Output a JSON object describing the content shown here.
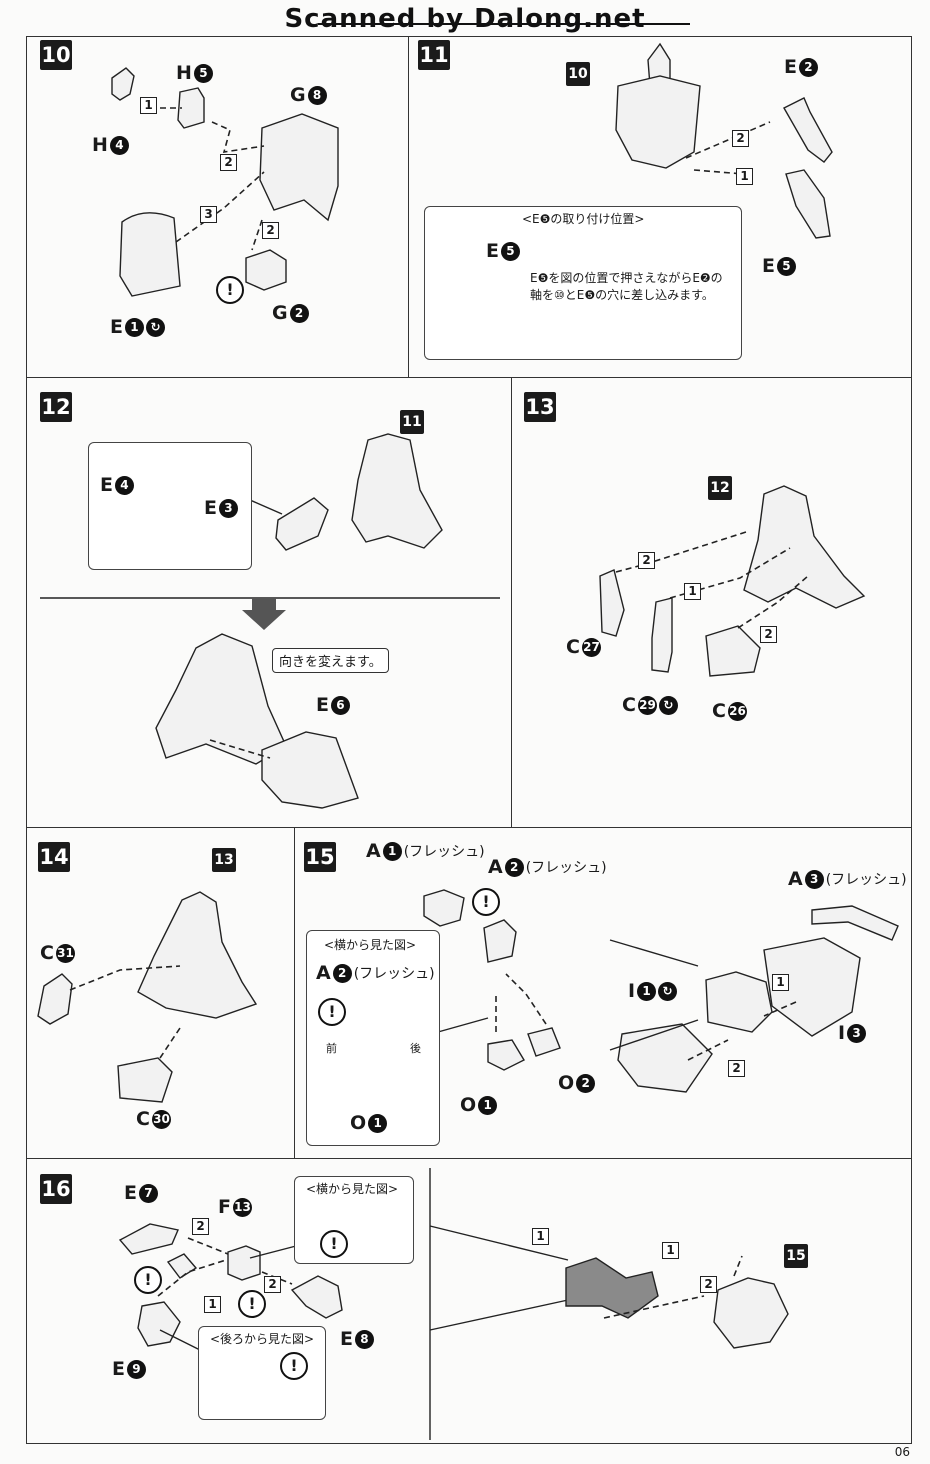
{
  "header": {
    "text": "Scanned by Dalong.net"
  },
  "page_number": "06",
  "steps": {
    "s10": {
      "num": "10",
      "parts": {
        "h5": "H",
        "h4": "H",
        "g8": "G",
        "g2": "G",
        "e1": "E"
      },
      "seq": [
        "1",
        "2",
        "3",
        "2"
      ],
      "part_nums": {
        "h5": "5",
        "h4": "4",
        "g8": "8",
        "g2": "2",
        "e1": "1"
      }
    },
    "s11": {
      "num": "11",
      "ref": "10",
      "parts": {
        "e2": "E",
        "e5": "E"
      },
      "part_nums": {
        "e2": "2",
        "e5": "5"
      },
      "seq": [
        "2",
        "1"
      ],
      "box": {
        "title": "<E❺の取り付け位置>",
        "label": "E",
        "label_num": "5",
        "line1": "E❺を図の位置で押さえながらE❷の",
        "line2": "軸を⑩とE❺の穴に差し込みます。"
      }
    },
    "s12": {
      "num": "12",
      "ref": "11",
      "parts": {
        "e4": "E",
        "e3": "E",
        "e6": "E"
      },
      "part_nums": {
        "e4": "4",
        "e3": "3",
        "e6": "6"
      },
      "bubble": "向きを変えます。"
    },
    "s13": {
      "num": "13",
      "ref": "12",
      "parts": {
        "c27": "C",
        "c29": "C",
        "c26": "C"
      },
      "part_nums": {
        "c27": "27",
        "c29": "29",
        "c26": "26"
      },
      "seq": [
        "2",
        "1",
        "2"
      ]
    },
    "s14": {
      "num": "14",
      "ref": "13",
      "parts": {
        "c31": "C",
        "c30": "C"
      },
      "part_nums": {
        "c31": "31",
        "c30": "30"
      }
    },
    "s15": {
      "num": "15",
      "parts": {
        "a1": "A",
        "a2": "A",
        "a3": "A",
        "a2b": "A",
        "o1": "O",
        "o2": "O",
        "o1b": "O",
        "i1": "I",
        "i3": "I"
      },
      "part_nums": {
        "a1": "1",
        "a2": "2",
        "a3": "3",
        "a2b": "2",
        "o1": "1",
        "o2": "2",
        "o1b": "1",
        "i1": "1",
        "i3": "3"
      },
      "flesh": "(フレッシュ)",
      "box_title": "<横から見た図>",
      "front": "前",
      "back": "後",
      "seq": [
        "1",
        "2"
      ]
    },
    "s16": {
      "num": "16",
      "ref": "15",
      "parts": {
        "e7": "E",
        "f13": "F",
        "e9": "E",
        "e8": "E"
      },
      "part_nums": {
        "e7": "7",
        "f13": "13",
        "e9": "9",
        "e8": "8"
      },
      "box1_title": "<横から見た図>",
      "box2_title": "<後ろから見た図>",
      "seq": [
        "2",
        "1",
        "2",
        "1",
        "1",
        "2"
      ]
    }
  }
}
